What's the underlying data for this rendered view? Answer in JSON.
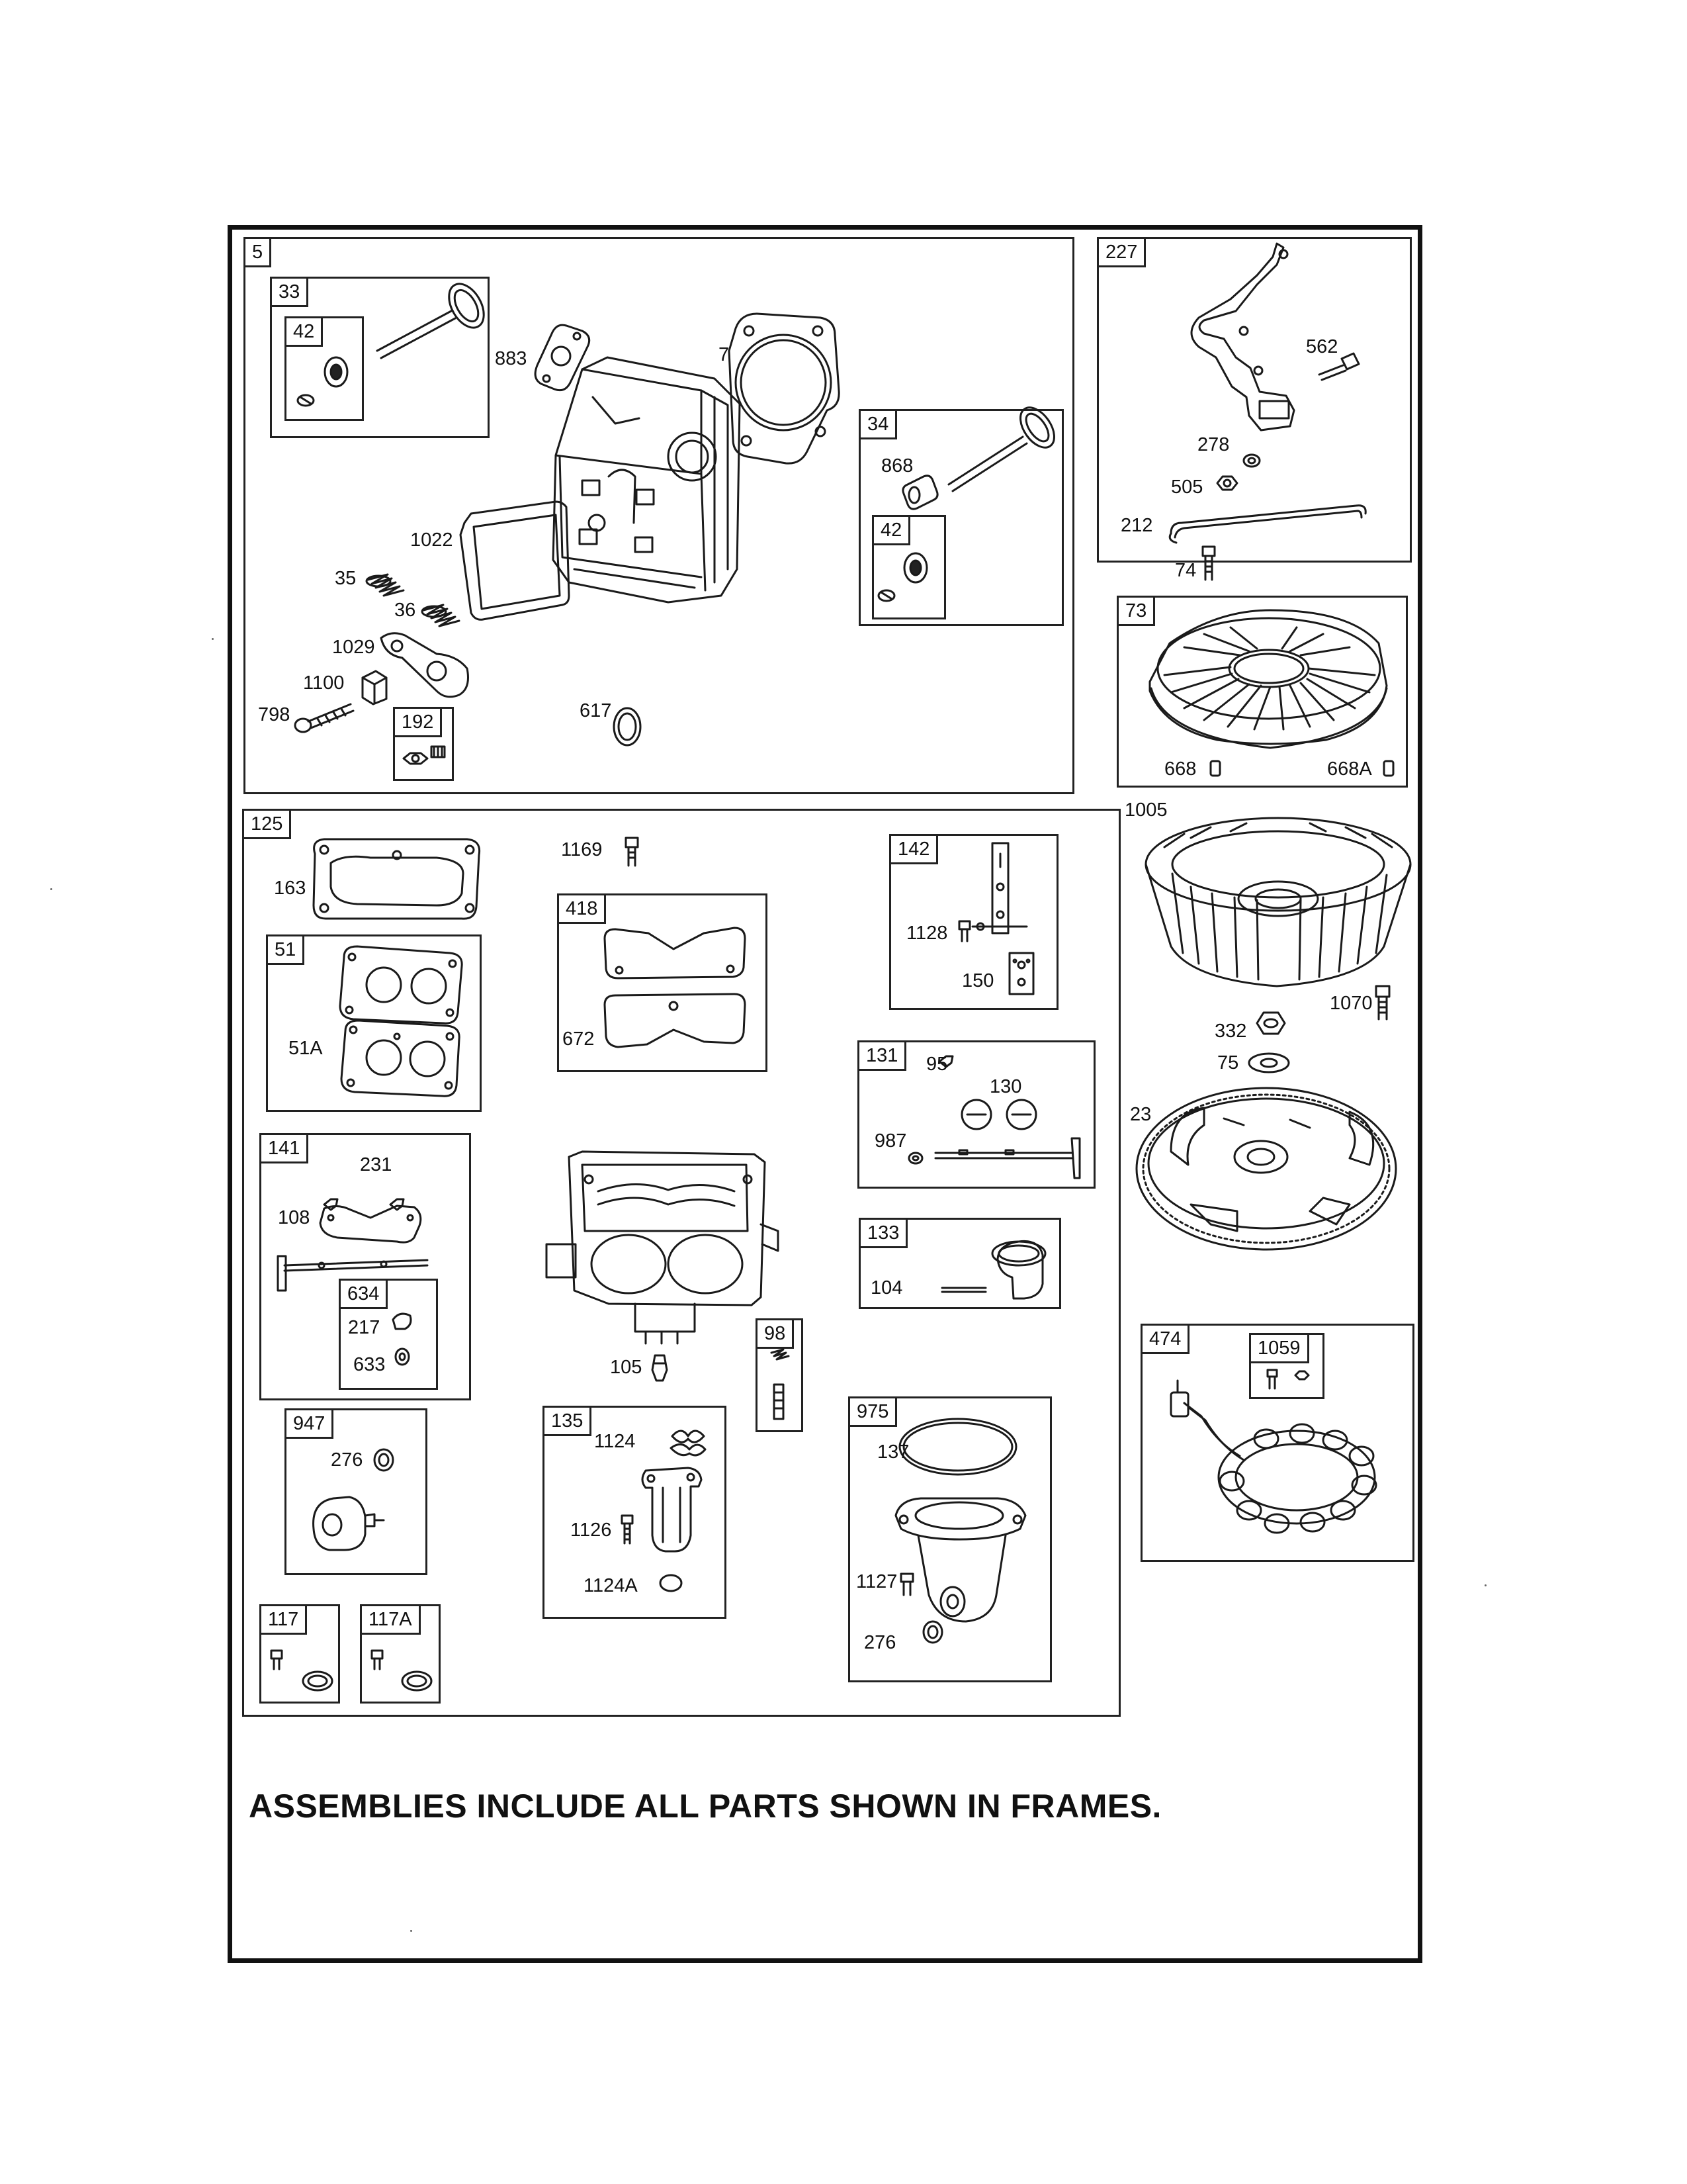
{
  "note": "ASSEMBLIES INCLUDE ALL PARTS SHOWN IN FRAMES.",
  "frames": {
    "f5": "5",
    "f33": "33",
    "f42a": "42",
    "f34": "34",
    "f42b": "42",
    "f192": "192",
    "f227": "227",
    "f73": "73",
    "f125": "125",
    "f51": "51",
    "f418": "418",
    "f142": "142",
    "f131": "131",
    "f141": "141",
    "f634": "634",
    "f133": "133",
    "f98": "98",
    "f947": "947",
    "f135": "135",
    "f975": "975",
    "f117": "117",
    "f117a": "117A",
    "f474": "474",
    "f1059": "1059"
  },
  "labels": {
    "p883": "883",
    "p7": "7",
    "p868": "868",
    "p1022": "1022",
    "p35": "35",
    "p36": "36",
    "p1029": "1029",
    "p1100": "1100",
    "p798": "798",
    "p617": "617",
    "p562": "562",
    "p278": "278",
    "p505": "505",
    "p212": "212",
    "p74": "74",
    "p668": "668",
    "p668a": "668A",
    "p1005": "1005",
    "p1070": "1070",
    "p332": "332",
    "p75": "75",
    "p23": "23",
    "p163": "163",
    "p51a": "51A",
    "p1169": "1169",
    "p672": "672",
    "p1128": "1128",
    "p150": "150",
    "p95": "95",
    "p130": "130",
    "p987": "987",
    "p231": "231",
    "p108": "108",
    "p217": "217",
    "p633": "633",
    "p104": "104",
    "p105": "105",
    "p276a": "276",
    "p1124": "1124",
    "p1126": "1126",
    "p1124a": "1124A",
    "p137": "137",
    "p1127": "1127",
    "p276b": "276"
  }
}
